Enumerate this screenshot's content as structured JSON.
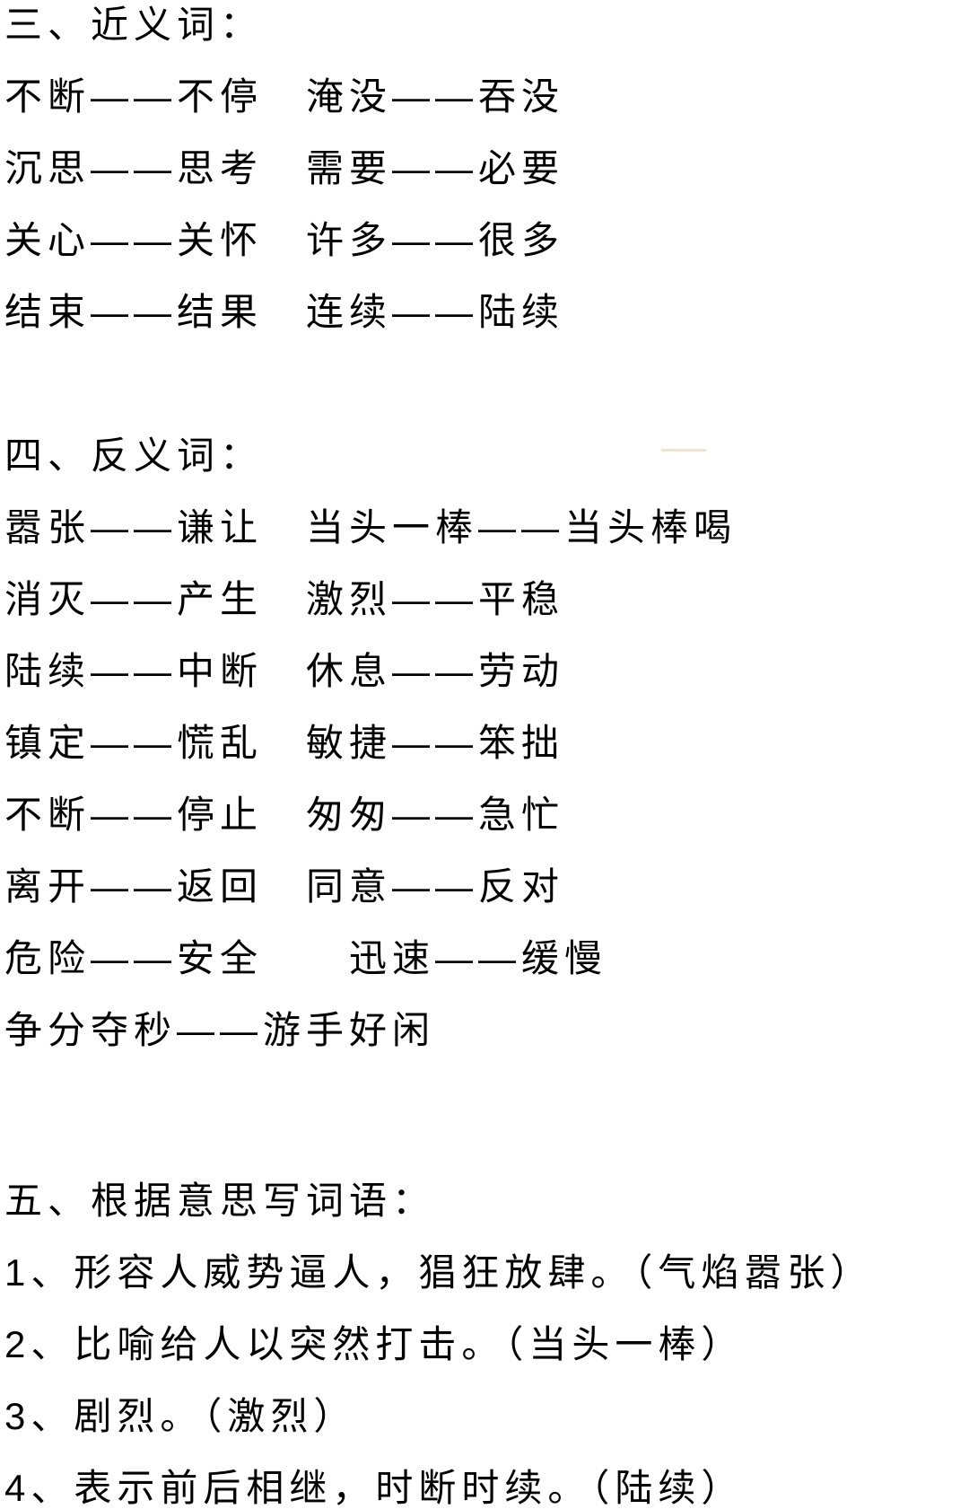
{
  "page": {
    "background_color": "#ffffff",
    "text_color": "#000000",
    "artifact_color": "#d9cfb4"
  },
  "sections": [
    {
      "heading": "三、近义词：",
      "lines": [
        "不断——不停　淹没——吞没",
        "沉思——思考　需要——必要",
        "关心——关怀　许多——很多",
        "结束——结果　连续——陆续"
      ]
    },
    {
      "heading": "四、反义词：",
      "lines": [
        "嚣张——谦让　当头一棒——当头棒喝",
        "消灭——产生　激烈——平稳",
        "陆续——中断　休息——劳动",
        "镇定——慌乱　敏捷——笨拙",
        "不断——停止　匆匆——急忙",
        "离开——返回　同意——反对",
        "危险——安全　　迅速——缓慢",
        "争分夺秒——游手好闲"
      ]
    },
    {
      "heading": "五、根据意思写词语：",
      "lines": [
        "1、形容人威势逼人，猖狂放肆。（气焰嚣张）",
        "2、比喻给人以突然打击。（当头一棒）",
        "3、剧烈。（激烈）",
        "4、表示前后相继，时断时续。（陆续）"
      ]
    }
  ]
}
